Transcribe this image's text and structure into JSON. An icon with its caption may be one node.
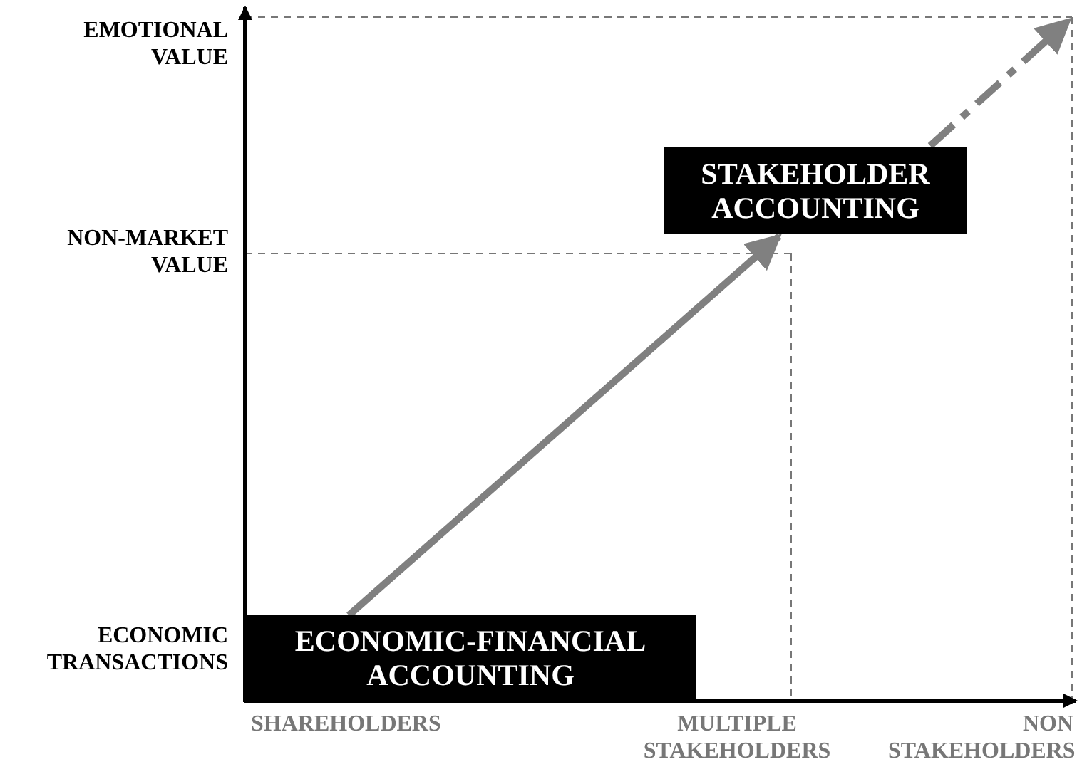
{
  "diagram": {
    "nodes": [
      {
        "text": [
          "ECONOMIC-FINANCIAL ACCOUNTING"
        ]
      },
      {
        "text": [
          "STAKEHOLDER ACCOUNTING"
        ]
      }
    ],
    "edges": [
      {
        "from": 0,
        "to": 1,
        "arrow": "to",
        "color": "#808080"
      },
      {
        "from": 1,
        "to": null,
        "arrow": "to",
        "style": "dashed",
        "color": "#808080"
      }
    ],
    "labels": [
      "EMOTIONAL VALUE",
      "NON-MARKET VALUE",
      "ECONOMIC TRANSACTIONS",
      "SHAREHOLDERS",
      "MULTIPLE STAKEHOLDERS",
      "NON STAKEHOLDERS"
    ]
  }
}
